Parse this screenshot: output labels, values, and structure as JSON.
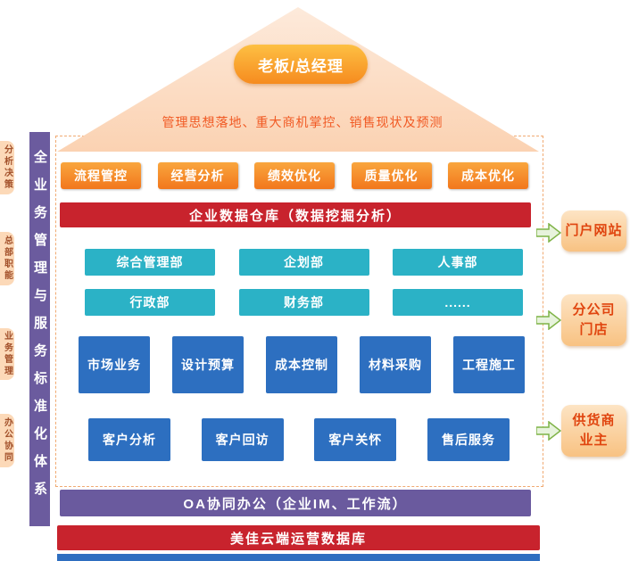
{
  "roof": {
    "title": "老板/总经理",
    "subtitle": "管理思想落地、重大商机掌控、销售现状及预测"
  },
  "left_tabs": [
    {
      "label": "分析决策"
    },
    {
      "label": "总部职能"
    },
    {
      "label": "业务管理"
    },
    {
      "label": "办公协同"
    }
  ],
  "sidebar": {
    "label": "全业务管理与服务标准化体系"
  },
  "diagram": {
    "process_row": [
      "流程管控",
      "经营分析",
      "绩效优化",
      "质量优化",
      "成本优化"
    ],
    "data_warehouse_banner": "企业数据仓库（数据挖掘分析）",
    "dept_row1": [
      "综合管理部",
      "企划部",
      "人事部"
    ],
    "dept_row2": [
      "行政部",
      "财务部",
      "......"
    ],
    "business_row": [
      "市场业务",
      "设计预算",
      "成本控制",
      "材料采购",
      "工程施工"
    ],
    "customer_row": [
      "客户分析",
      "客户回访",
      "客户关怀",
      "售后服务"
    ],
    "oa_banner": "OA协同办公（企业IM、工作流）",
    "cloud_banner": "美佳云端运营数据库"
  },
  "right_panels": [
    "门户网站",
    "分公司\n门店",
    "供货商\n业主"
  ],
  "icons": {
    "flow_arrow": "block-arrow-right"
  },
  "colors": {
    "orange": "#f2771c",
    "red": "#c8232d",
    "teal": "#2bb2c6",
    "blue": "#2d6fc0",
    "purple": "#6a5a9e",
    "peach": "#fbd2b2",
    "arrow_green": "#7fb347",
    "accent_text": "#f15a24"
  }
}
